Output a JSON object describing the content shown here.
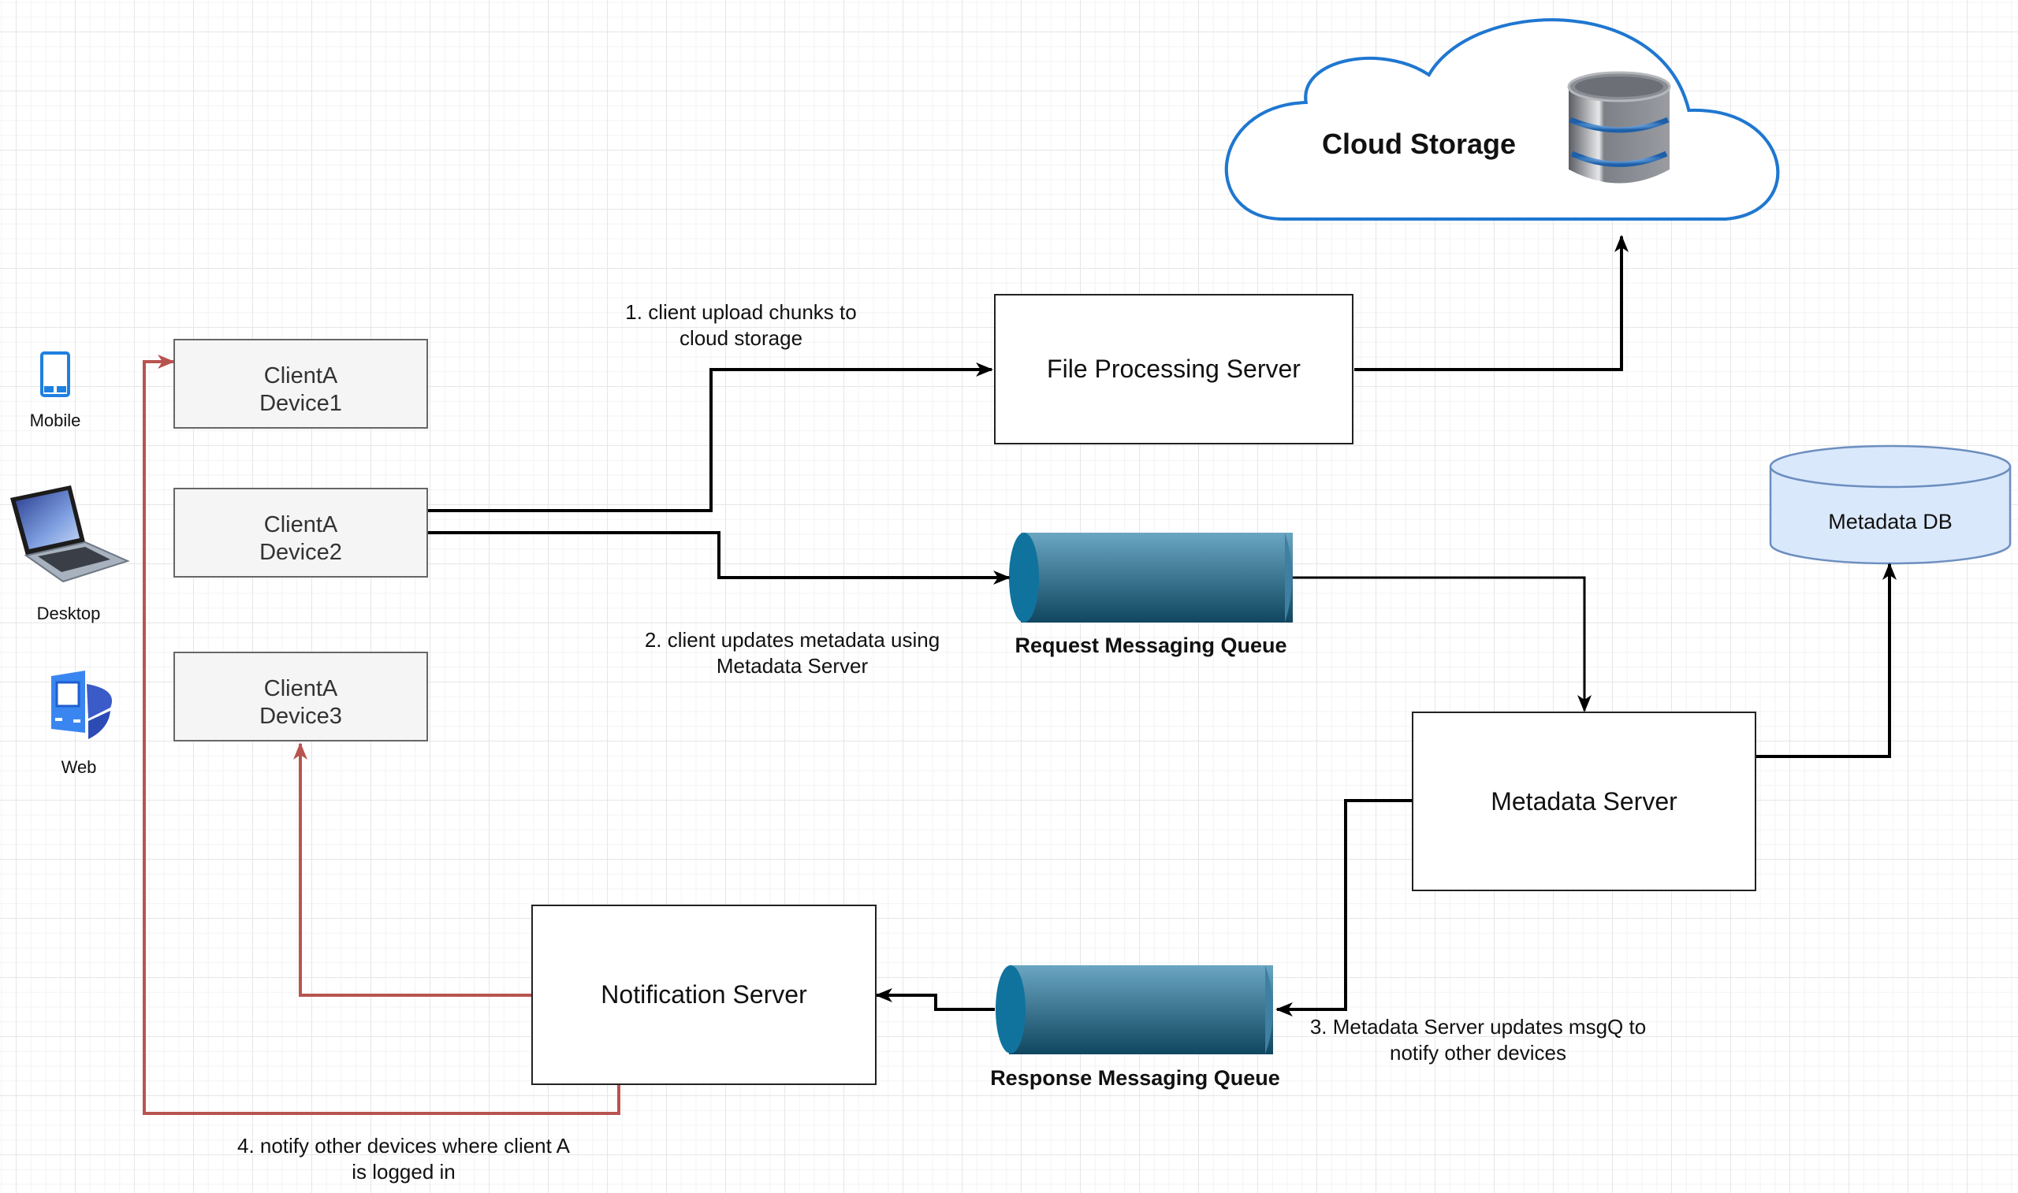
{
  "diagram": {
    "title": "File sync system design",
    "cloud": {
      "label": "Cloud Storage",
      "icon": "database-icon",
      "border_color": "#1f77d0"
    },
    "devices": [
      {
        "label": "Mobile",
        "icon": "mobile-phone-icon"
      },
      {
        "label": "Desktop",
        "icon": "laptop-icon"
      },
      {
        "label": "Web",
        "icon": "web-computer-icon"
      }
    ],
    "clients": [
      {
        "line1": "ClientA",
        "line2": "Device1"
      },
      {
        "line1": "ClientA",
        "line2": "Device2"
      },
      {
        "line1": "ClientA",
        "line2": "Device3"
      }
    ],
    "servers": {
      "file_processing": "File Processing Server",
      "metadata": "Metadata Server",
      "notification": "Notification Server"
    },
    "metadata_db": {
      "label": "Metadata DB",
      "fill": "#dae8fc",
      "stroke": "#6c8ebf"
    },
    "queues": {
      "request": "Request Messaging Queue",
      "response": "Response Messaging Queue",
      "color": "#10739e"
    },
    "steps": [
      {
        "line1": "1. client upload chunks to",
        "line2": "cloud storage"
      },
      {
        "line1": "2. client updates metadata using",
        "line2": "Metadata Server"
      },
      {
        "line1": "3. Metadata Server updates msgQ to",
        "line2": "notify other devices"
      },
      {
        "line1": "4. notify other devices where client A",
        "line2": "is logged in"
      }
    ],
    "edge_colors": {
      "primary": "#000000",
      "notify": "#b85450"
    }
  }
}
